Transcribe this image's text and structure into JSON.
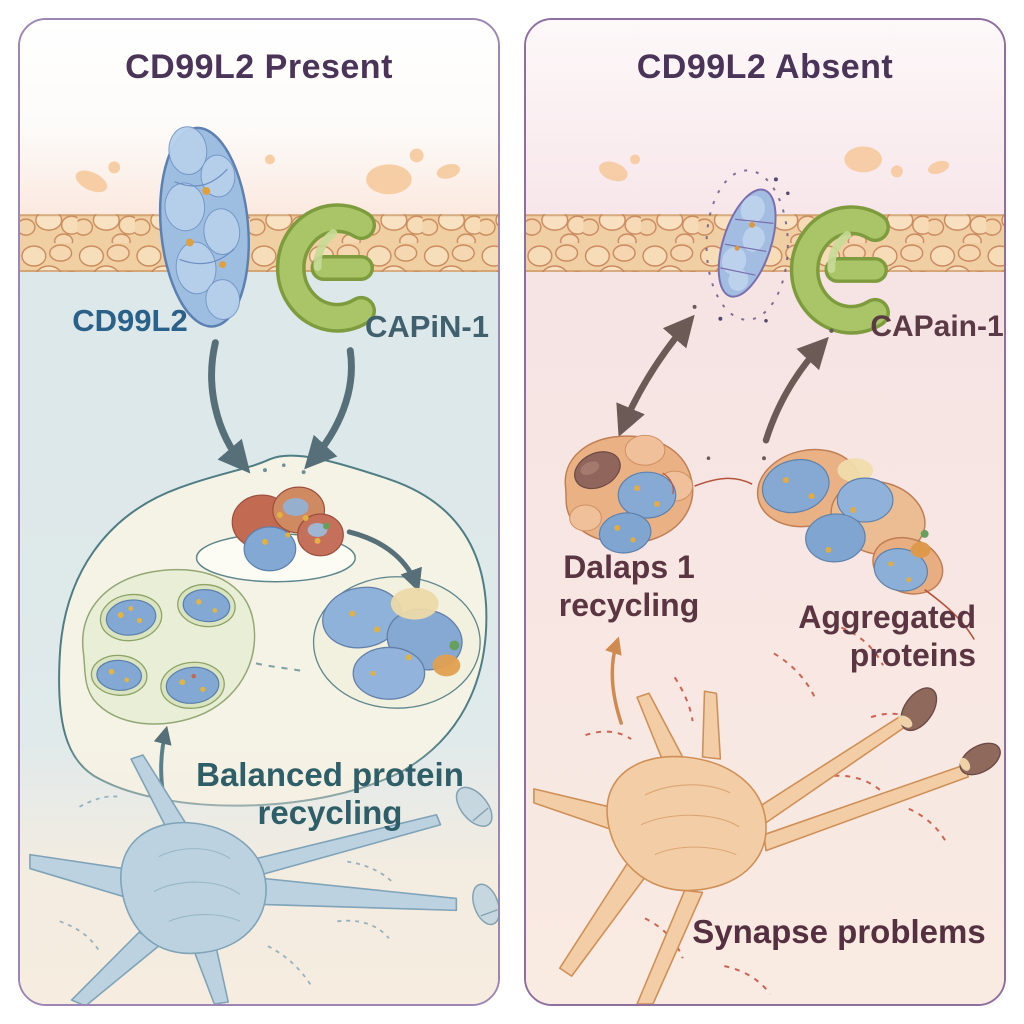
{
  "left_panel": {
    "title": "CD99L2 Present",
    "protein_label": "CD99L2",
    "enzyme_label": "CAPiN-1",
    "caption": {
      "line1": "Balanced protein",
      "line2": "recycling"
    }
  },
  "right_panel": {
    "title": "CD99L2 Absent",
    "enzyme_label": "CAPain-1",
    "recycling_caption": {
      "line1": "Dalaps 1",
      "line2": "recycling"
    },
    "aggregate_caption": {
      "line1": "Aggregated",
      "line2": "proteins"
    },
    "synapse_caption": "Synapse problems"
  },
  "colors": {
    "panel_border": "#8f74a0",
    "title_text": "#4a3458",
    "membrane_base": "#f0cfa2",
    "membrane_outline": "#c98a5b",
    "cd99l2_protein_blue": "#9dbde1",
    "capn_protein_green": "#aac568",
    "cd99l2_label": "#2b6089",
    "capin1_label": "#40606d",
    "balanced_caption": "#2e5e68",
    "right_caption_maroon": "#5b3642",
    "left_arrow": "#566f78",
    "right_arrow": "#6b5a55",
    "healthy_neuron": "#bdd2e0",
    "stressed_neuron": "#f3cda5",
    "aggregate_orange": "#eab184",
    "vesicle_blue": "#85a9d3",
    "red_fragments": "#c74b38"
  }
}
